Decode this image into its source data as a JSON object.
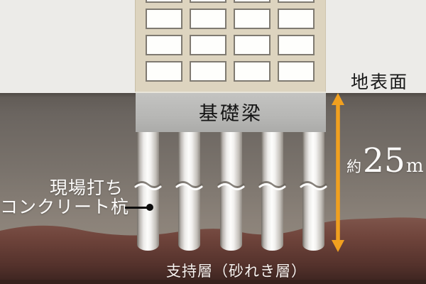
{
  "diagram": {
    "title_context": "building-pile-foundation-cross-section",
    "labels": {
      "ground_surface": "地表面",
      "foundation_beam": "基礎梁",
      "depth_prefix": "約",
      "depth_value": "25",
      "depth_unit": "m",
      "pile_label_line1": "現場打ち",
      "pile_label_line2": "コンクリート杭",
      "support_layer": "支持層（砂れき層）"
    },
    "building": {
      "floors_visible": 4,
      "windows_per_floor": 4
    },
    "piles": {
      "count": 5
    },
    "colors": {
      "sky": "#ECEBE8",
      "facade": "#DDD4BF",
      "window": "#FEFEFC",
      "window_border": "#7F7A71",
      "beam": "#BCBCBA",
      "soil_top": "#4E4944",
      "soil_bottom": "#8E857B",
      "support_layer_top": "#7D564D",
      "support_layer_bottom": "#3A231F",
      "measure_arrow": "#F1A01F",
      "label_dark": "#191919",
      "label_light": "#FDFCFB"
    }
  }
}
